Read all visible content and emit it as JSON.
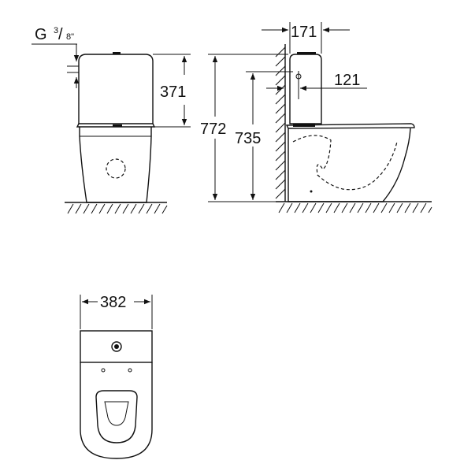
{
  "dimensions": {
    "connection_letter": "G",
    "connection_numerator": "3",
    "connection_denominator": "8\"",
    "cistern_height": "371",
    "total_height": "772",
    "seat_height": "735",
    "cistern_depth": "171",
    "inlet_offset": "121",
    "width": "382"
  }
}
